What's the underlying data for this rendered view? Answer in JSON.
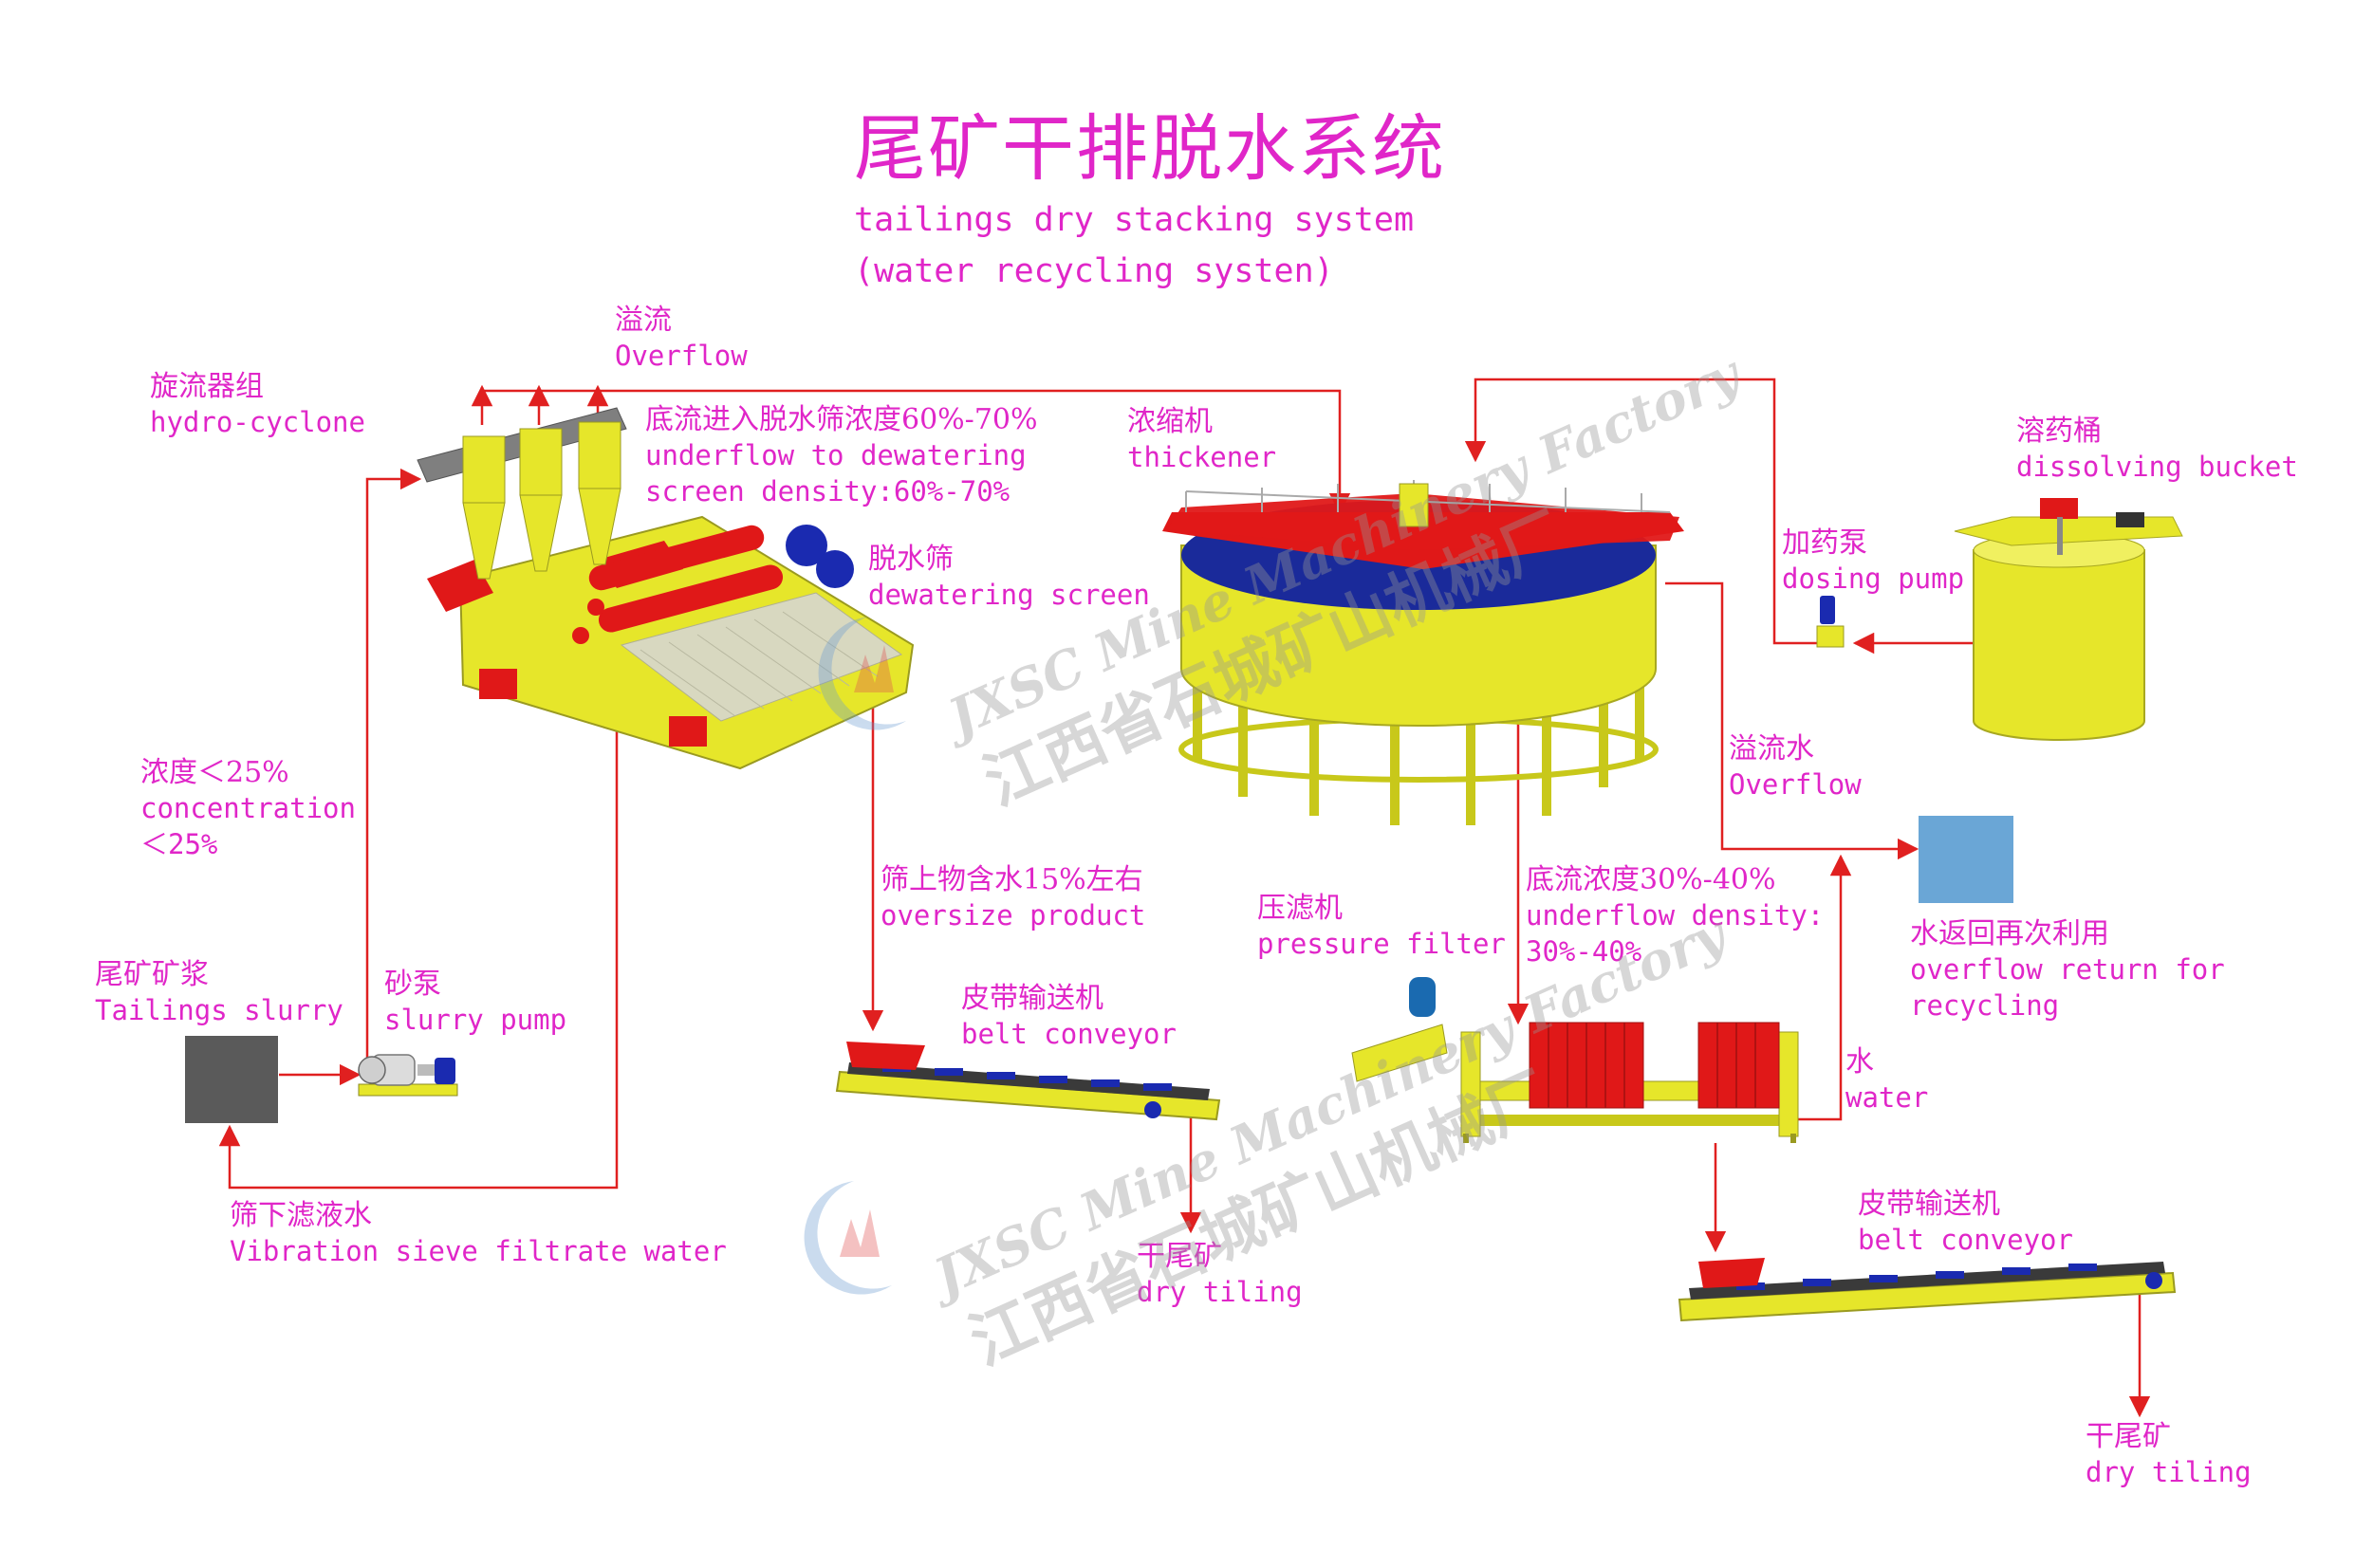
{
  "title": {
    "cn": "尾矿干排脱水系统",
    "en_line1": "tailings dry stacking system",
    "en_line2": "(water recycling systen)"
  },
  "labels": {
    "overflow_top": {
      "cn": "溢流",
      "en": "Overflow"
    },
    "hydro_cyclone": {
      "cn": "旋流器组",
      "en": "hydro-cyclone"
    },
    "underflow_screen": {
      "cn": "底流进入脱水筛浓度60%-70%",
      "en1": "underflow to dewatering",
      "en2": "screen density:60%-70%"
    },
    "thickener": {
      "cn": "浓缩机",
      "en": "thickener"
    },
    "dewatering_screen": {
      "cn": "脱水筛",
      "en": "dewatering screen"
    },
    "dissolving_bucket": {
      "cn": "溶药桶",
      "en": "dissolving bucket"
    },
    "dosing_pump": {
      "cn": "加药泵",
      "en": "dosing pump"
    },
    "concentration": {
      "cn": "浓度＜25%",
      "en1": "concentration",
      "en2": "＜25%"
    },
    "overflow_water": {
      "cn": "溢流水",
      "en": "Overflow"
    },
    "oversize_product": {
      "cn": "筛上物含水15%左右",
      "en": "oversize product"
    },
    "pressure_filter": {
      "cn": "压滤机",
      "en": "pressure filter"
    },
    "underflow_density": {
      "cn": "底流浓度30%-40%",
      "en1": "underflow density:",
      "en2": "30%-40%"
    },
    "water_return": {
      "cn": "水返回再次利用",
      "en1": "overflow return for",
      "en2": "recycling"
    },
    "tailings_slurry": {
      "cn": "尾矿矿浆",
      "en": "Tailings slurry"
    },
    "slurry_pump": {
      "cn": "砂泵",
      "en": "slurry pump"
    },
    "belt_conveyor_1": {
      "cn": "皮带输送机",
      "en": "belt conveyor"
    },
    "water": {
      "cn": "水",
      "en": "water"
    },
    "filtrate_water": {
      "cn": "筛下滤液水",
      "en": "Vibration sieve filtrate water"
    },
    "dry_tiling_1": {
      "cn": "干尾矿",
      "en": "dry tiling"
    },
    "belt_conveyor_2": {
      "cn": "皮带输送机",
      "en": "belt conveyor"
    },
    "dry_tiling_2": {
      "cn": "干尾矿",
      "en": "dry tiling"
    }
  },
  "watermark": {
    "en": "JXSC Mine Machinery Factory",
    "cn": "江西省石城矿山机械厂"
  },
  "colors": {
    "label": "#e026c8",
    "flow_line": "#e02020",
    "equipment_yellow": "#e6e62a",
    "equipment_red": "#e01818",
    "thickener_water": "#1a2a9a",
    "slurry_box": "#5a5a5a",
    "water_tank": "#6aa6d6"
  }
}
